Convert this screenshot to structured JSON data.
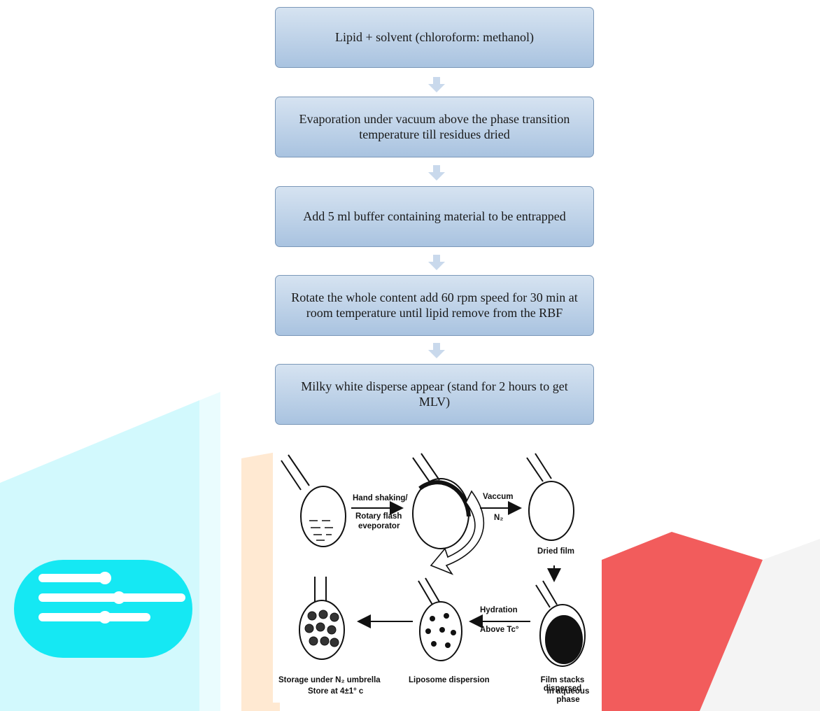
{
  "flow_steps": [
    "Lipid + solvent (chloroform: methanol)",
    "Evaporation under vacuum above the phase transition temperature till residues dried",
    "Add 5 ml buffer containing material to be entrapped",
    "Rotate the whole content add 60 rpm speed for 30 min at room temperature until lipid remove from the RBF",
    "Milky white disperse appear (stand for 2 hours to get MLV)"
  ],
  "diagram": {
    "hand_shaking": "Hand shaking/",
    "rotary_flash": "Rotary flash",
    "evaporator": "eveporator",
    "vaccum": "Vaccum",
    "n2": "N₂",
    "dried_film": "Dried film",
    "hydration": "Hydration",
    "above_tc": "Above Tc°",
    "film_stacks_1": "Film stacks dispersed",
    "film_stacks_2": "in aqueous phase",
    "liposome_dispersion": "Liposome dispersion",
    "storage_1": "Storage under N₂ umbrella",
    "storage_2": "Store at 4±1° c"
  },
  "colors": {
    "box_top": "#d6e3f1",
    "box_bottom": "#a9c3e0",
    "arrow": "#c9d9ec",
    "watermark_cyan": "#00e5f2",
    "watermark_orange": "#ffa64d",
    "watermark_red": "#f04040"
  }
}
